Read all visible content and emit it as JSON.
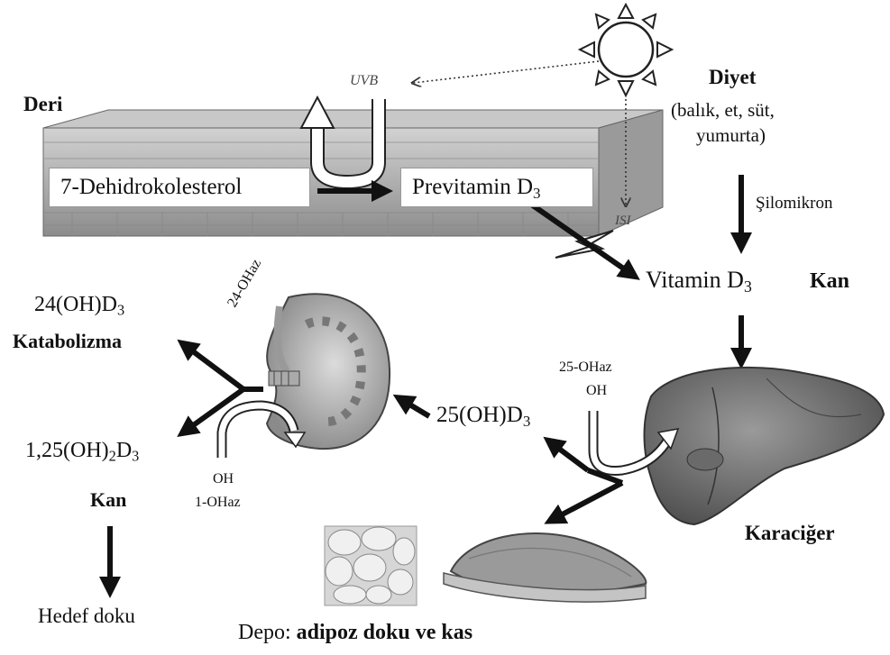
{
  "skin": {
    "label": "Deri"
  },
  "sun": {
    "uvb": "UVB",
    "heat": "ISI"
  },
  "skin_boxes": {
    "dehydro": "7-Dehidrokolesterol",
    "previtamin": "Previtamin D",
    "previtamin_sub": "3"
  },
  "diet": {
    "title": "Diyet",
    "line1": "(balık, et, süt,",
    "line2": "yumurta)",
    "transport": "Şilomikron"
  },
  "blood": {
    "vitamin": "Vitamin D",
    "vitamin_sub": "3",
    "label": "Kan"
  },
  "liver": {
    "enzyme": "25-OHaz",
    "group": "OH",
    "product": "25(OH)D",
    "product_sub": "3",
    "label": "Karaciğer"
  },
  "kidney": {
    "enzyme_24": "24-OHaz",
    "group": "OH",
    "enzyme_1": "1-OHaz"
  },
  "catabolism": {
    "compound_a": "24(OH)D",
    "compound_sub": "3",
    "label": "Katabolizma"
  },
  "active": {
    "part1": "1,25(OH)",
    "sub1": "2",
    "part2": "D",
    "sub2": "3",
    "blood_label": "Kan",
    "target": "Hedef doku"
  },
  "storage": {
    "prefix": "Depo: ",
    "bold": "adipoz doku ve kas"
  },
  "colors": {
    "ink": "#111111",
    "skin_gray": "#b8b8b8",
    "organ_gray": "#7a7a7a"
  }
}
